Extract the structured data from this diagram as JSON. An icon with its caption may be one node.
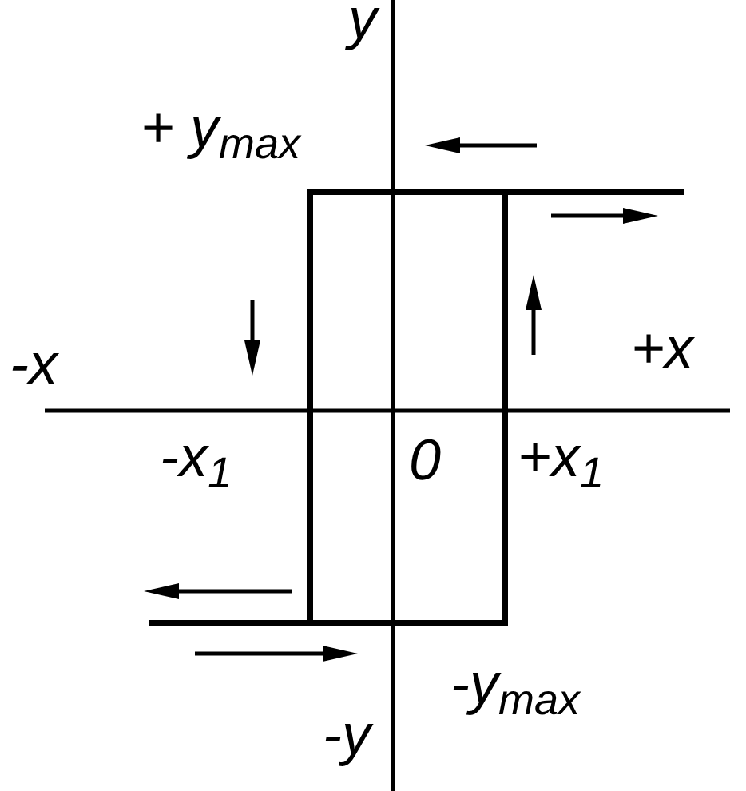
{
  "diagram": {
    "labels": [
      "y",
      "+ y$_{max}$",
      "-x",
      "+x",
      "-x$_{1}$",
      "0",
      "+x$_{1}$",
      "-y$_{max}$",
      "-y"
    ]
  }
}
